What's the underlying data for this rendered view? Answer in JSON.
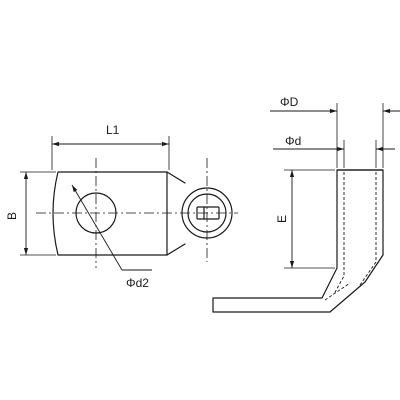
{
  "labels": {
    "L1": "L1",
    "B": "B",
    "phi_d2": "Φd2",
    "phi_D": "ΦD",
    "phi_d": "Φd",
    "E": "E"
  },
  "colors": {
    "line": "#1a1a1a",
    "background": "#ffffff"
  }
}
